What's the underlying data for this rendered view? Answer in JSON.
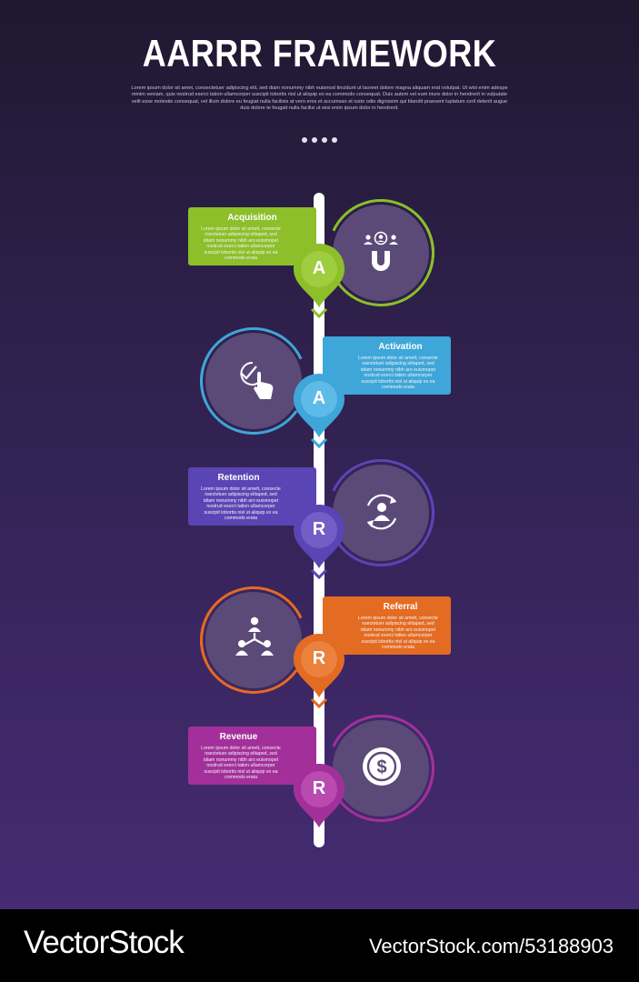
{
  "title": "AARRR FRAMEWORK",
  "subtitle": "Lorem ipsum dolor sit amet, consectetuer adipiscing elit, sed diam nonummy nibh euismod tincidunt ut laoreet dolore magna aliquam erat volutpat. Ut wisi enim adespe minim veniam, quis nostrud exerci tation ullamcorper suscipit lobortis nisl ut aliquip ex ea commodo consequat. Duis autem vel eum iriure dolor in hendrerit in vulputate velit esse molestie consequat, vel illum dolore eu feugiat nulla facilisis at vero eros et accumsan et iusto odio dignissim qui blandit praesent luptatum zzril delenit augue duis dolore te feugait nulla facilisi ut wisi enim ipsum dolor in hendrerit.",
  "stages": [
    {
      "title": "Acquisition",
      "letter": "A",
      "color": "#8cbf2a",
      "icon": "users-magnet-icon",
      "body": "Lorem ipsum dolor sit amett, consecte nsectetuer adipiscing elitaped, sed idiam nonummy nibh aro euismopet nostrud exerci tation ullamcorper suscipit lobortis nisl ut aliquip ex ea commodo erata"
    },
    {
      "title": "Activation",
      "letter": "A",
      "color": "#3ea6d8",
      "icon": "check-hand-icon",
      "body": "Lorem ipsum dolor sit amett, consecte nsectetuer adipiscing elitaped, sed idiam nonummy nibh aro euismopet nostrud exerci tation ullamcorper suscipit lobortis nisl ut aliquip ex ea commodo erata"
    },
    {
      "title": "Retention",
      "letter": "R",
      "color": "#5a45b5",
      "icon": "user-cycle-icon",
      "body": "Lorem ipsum dolor sit amett, consecte nsectetuer adipiscing elitaped, sed idiam nonummy nibh aro euismopet nostrud exerci tation ullamcorper suscipit lobortis nisl ut aliquip ex ea commodo erata"
    },
    {
      "title": "Referral",
      "letter": "R",
      "color": "#e36b22",
      "icon": "network-users-icon",
      "body": "Lorem ipsum dolor sit amett, consecte nsectetuer adipiscing elitaped, sed idiam nonummy nibh aro euismopet nostrud exerci tation ullamcorper suscipit lobortis nisl ut aliquip ex ea commodo erata"
    },
    {
      "title": "Revenue",
      "letter": "R",
      "color": "#a3309a",
      "icon": "dollar-coin-icon",
      "body": "Lorem ipsum dolor sit amett, consecte nsectetuer adipiscing elitaped, sed idiam nonummy nibh aro euismopet nostrud exerci tation ullamcorper suscipit lobortis nisl ut aliquip ex ea commodo erata"
    }
  ],
  "footer": {
    "brand": "VectorStock",
    "id_text": "VectorStock.com/53188903"
  }
}
